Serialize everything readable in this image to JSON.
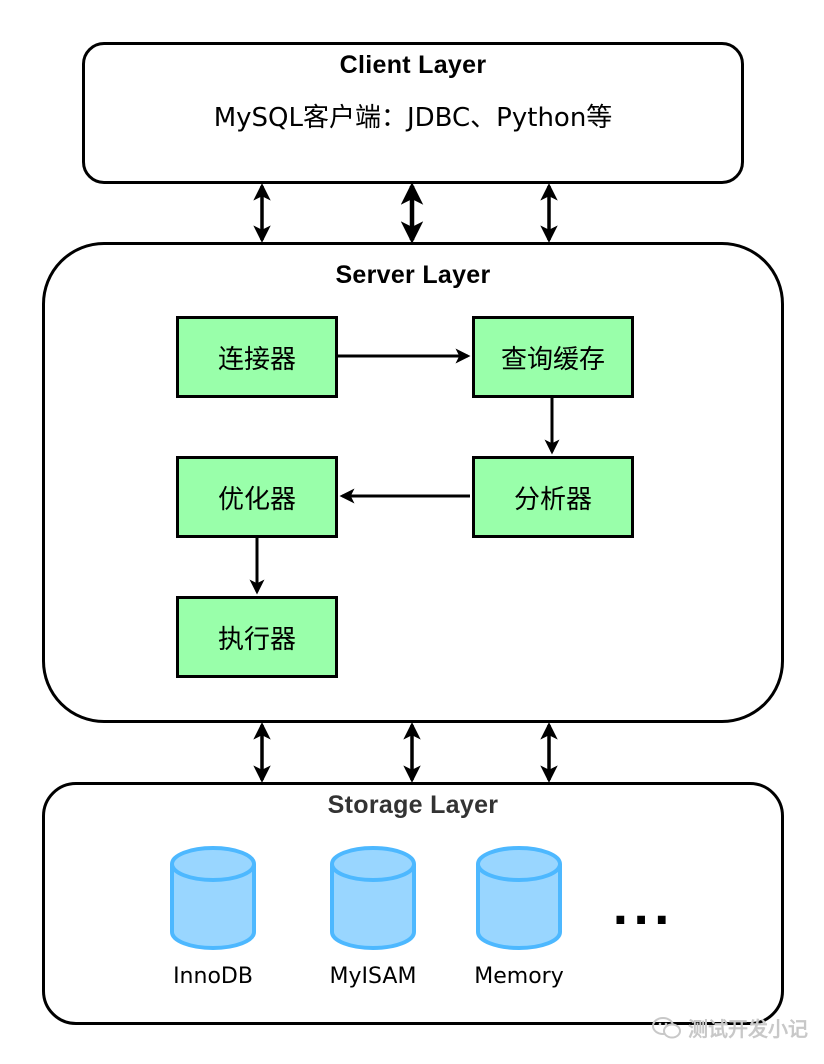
{
  "client_layer": {
    "title": "Client Layer",
    "description": "MySQL客户端：JDBC、Python等"
  },
  "server_layer": {
    "title": "Server Layer",
    "components": {
      "connector": "连接器",
      "query_cache": "查询缓存",
      "analyzer": "分析器",
      "optimizer": "优化器",
      "executor": "执行器"
    }
  },
  "storage_layer": {
    "title": "Storage Layer",
    "engines": [
      "InnoDB",
      "MyISAM",
      "Memory"
    ],
    "more": "..."
  },
  "watermark": {
    "text": "测试开发小记",
    "icon": "wechat-icon"
  },
  "colors": {
    "component_fill": "#99ffaa",
    "db_fill": "#99d6ff",
    "db_stroke": "#4db8ff",
    "storage_title": "#333333"
  }
}
